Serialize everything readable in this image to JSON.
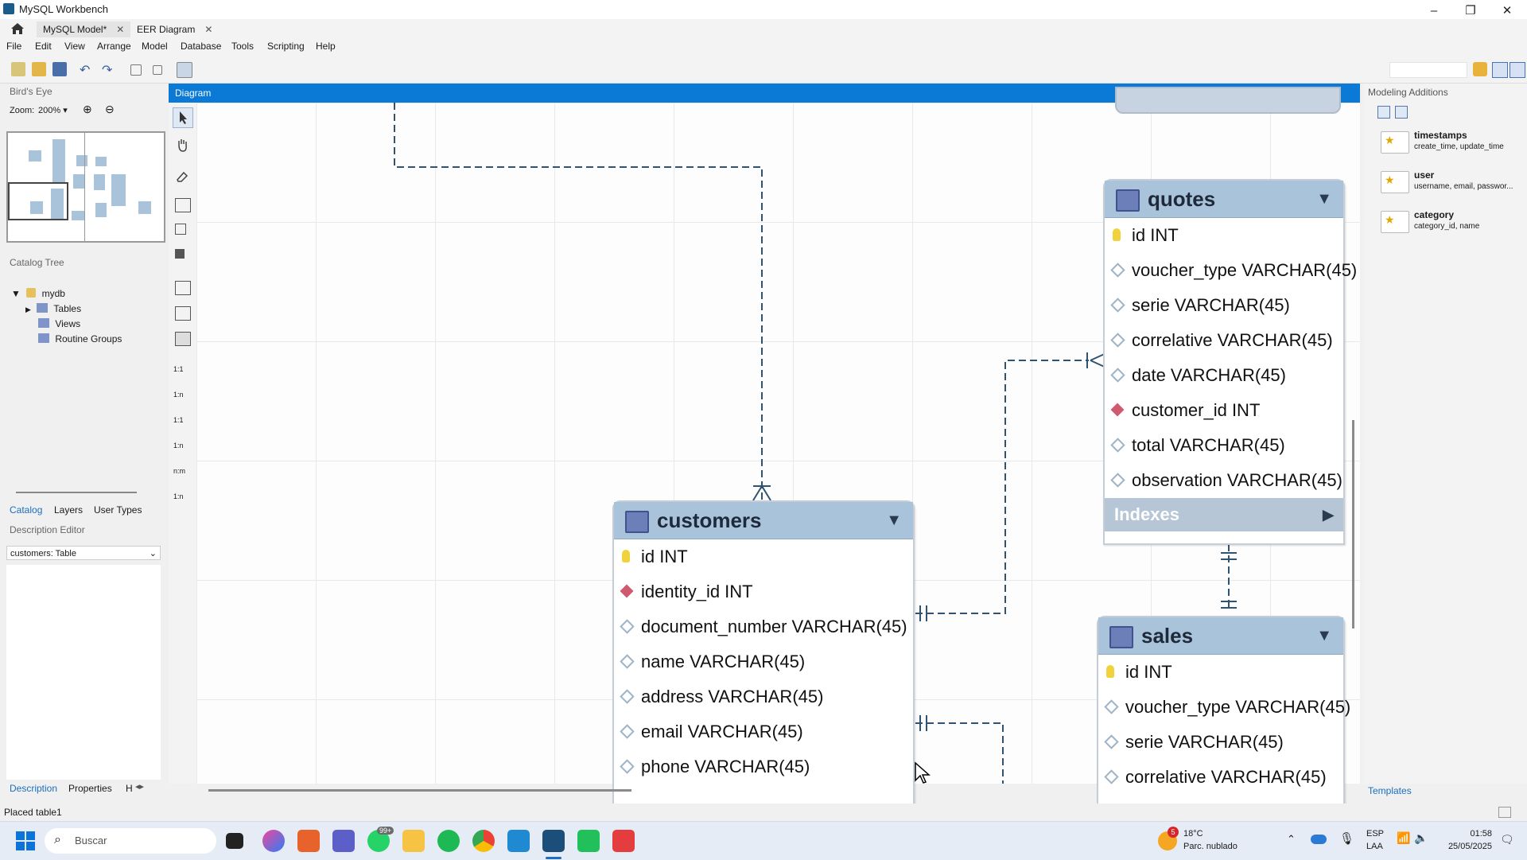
{
  "window": {
    "title": "MySQL Workbench"
  },
  "tabs": [
    {
      "label": "MySQL Model*"
    },
    {
      "label": "EER Diagram"
    }
  ],
  "menu": [
    "File",
    "Edit",
    "View",
    "Arrange",
    "Model",
    "Database",
    "Tools",
    "Scripting",
    "Help"
  ],
  "birds_eye": {
    "title": "Bird's Eye",
    "zoom_label": "Zoom:",
    "zoom_value": "200%"
  },
  "catalog": {
    "title": "Catalog Tree",
    "db": "mydb",
    "items": [
      "Tables",
      "Views",
      "Routine Groups"
    ]
  },
  "left_tabs": [
    "Catalog",
    "Layers",
    "User Types"
  ],
  "description": {
    "title": "Description Editor",
    "selected": "customers: Table"
  },
  "bottom_tabs": [
    "Description",
    "Properties",
    "H"
  ],
  "diagram": {
    "title": "Diagram"
  },
  "relation_tools": [
    "1:1",
    "1:n",
    "1:1",
    "1:n",
    "n:m",
    "1:n"
  ],
  "tables": {
    "quotes": {
      "name": "quotes",
      "columns": [
        "id INT",
        "voucher_type VARCHAR(45)",
        "serie VARCHAR(45)",
        "correlative VARCHAR(45)",
        "date VARCHAR(45)",
        "customer_id INT",
        "total VARCHAR(45)",
        "observation VARCHAR(45)"
      ],
      "indexes": "Indexes"
    },
    "customers": {
      "name": "customers",
      "columns": [
        "id INT",
        "identity_id INT",
        "document_number VARCHAR(45)",
        "name VARCHAR(45)",
        "address VARCHAR(45)",
        "email VARCHAR(45)",
        "phone VARCHAR(45)"
      ]
    },
    "sales": {
      "name": "sales",
      "columns": [
        "id INT",
        "voucher_type VARCHAR(45)",
        "serie VARCHAR(45)",
        "correlative VARCHAR(45)"
      ]
    }
  },
  "modeling": {
    "title": "Modeling Additions",
    "templates": [
      {
        "name": "timestamps",
        "desc": "create_time, update_time"
      },
      {
        "name": "user",
        "desc": "username, email, passwor..."
      },
      {
        "name": "category",
        "desc": "category_id, name"
      }
    ],
    "footer": "Templates"
  },
  "status": {
    "text": "Placed table1"
  },
  "taskbar": {
    "search_placeholder": "Buscar",
    "weather_temp": "18°C",
    "weather_desc": "Parc. nublado",
    "weather_badge": "5",
    "whatsapp_badge": "99+",
    "lang": "ESP",
    "lang2": "LAA",
    "time": "01:58",
    "date": "25/05/2025"
  }
}
